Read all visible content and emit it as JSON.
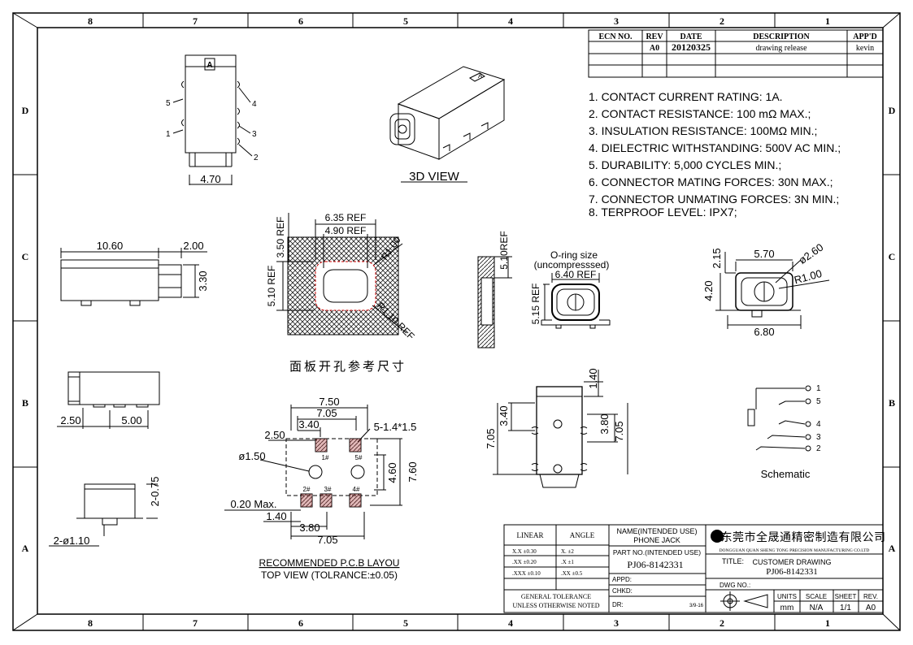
{
  "frame": {
    "columns": [
      "8",
      "7",
      "6",
      "5",
      "4",
      "3",
      "2",
      "1"
    ],
    "rows": [
      "D",
      "C",
      "B",
      "A"
    ]
  },
  "revision_table": {
    "headers": [
      "ECN NO.",
      "REV",
      "DATE",
      "DESCRIPTION",
      "APP'D"
    ],
    "row": {
      "ecn": "",
      "rev": "A0",
      "date": "20120325",
      "description": "drawing release",
      "appd": "kevin"
    }
  },
  "notes": [
    "1. CONTACT CURRENT RATING: 1A.",
    "2. CONTACT RESISTANCE: 100 mΩ MAX.;",
    "3. INSULATION RESISTANCE: 100MΩ MIN.;",
    "4. DIELECTRIC WITHSTANDING: 500V AC MIN.;",
    "5. DURABILITY: 5,000 CYCLES MIN.;",
    "6. CONNECTOR MATING FORCES: 30N   MAX.;",
    "7. CONNECTOR UNMATING FORCES: 3N MIN.;",
    "8. TERPROOF LEVEL: IPX7;"
  ],
  "views": {
    "top": {
      "dim_width": "4.70",
      "pin_labels": [
        "5",
        "1",
        "4",
        "3",
        "2"
      ],
      "marker": "A"
    },
    "iso": {
      "title": "3D VIEW",
      "marker": "A"
    },
    "side": {
      "dim_length": "10.60",
      "dim_protrude": "2.00",
      "dim_height": "3.30"
    },
    "panel": {
      "caption": "面板开孔参考尺寸",
      "dim_a": "6.35 REF",
      "dim_b": "4.90 REF",
      "dim_c": "3.50 REF",
      "dim_d": "5.10 REF",
      "dim_r": "R1.00",
      "dim_r2": "R1.10 REF"
    },
    "section": {
      "dim": "5.10REF"
    },
    "oring": {
      "title_1": "O-ring size",
      "title_2": "(uncompresssed)",
      "dim_w": "6.40 REF",
      "dim_h": "5.15 REF"
    },
    "front": {
      "dim_w": "5.70",
      "dim_phi": "ø2.60",
      "dim_r": "R1.00",
      "dim_top": "2.15",
      "dim_h": "4.20",
      "dim_bw": "6.80"
    },
    "bottom_side": {
      "dim_a": "2.50",
      "dim_b": "5.00"
    },
    "end": {
      "dim_h": "2-0.75",
      "dim_phi": "2-ø1.10"
    },
    "pcb": {
      "dims": [
        "7.50",
        "7.05",
        "3.40",
        "2.50",
        "5-1.4*1.5",
        "ø1.50",
        "4.60",
        "7.60",
        "0.20 Max.",
        "1.40",
        "3.80",
        "7.05"
      ],
      "pads": [
        "1#",
        "5#",
        "2#",
        "3#",
        "4#"
      ],
      "caption_1": "RECOMMENDED P.C.B LAYOU",
      "caption_2": "TOP VIEW (TOLRANCE:±0.05)"
    },
    "bottom": {
      "dims": [
        "1.40",
        "3.40",
        "7.05",
        "3.80",
        "7.05"
      ]
    },
    "schematic": {
      "labels": [
        "1",
        "5",
        "4",
        "3",
        "2"
      ],
      "title": "Schematic"
    }
  },
  "title_block": {
    "linear_hdr": "LINEAR",
    "angle_hdr": "ANGLE",
    "tol_rows": [
      [
        "X.X  ±0.30",
        "X.  ±2"
      ],
      [
        ".XX  ±0.20",
        ".X  ±1"
      ],
      [
        ".XXX ±0.10",
        ".XX ±0.5"
      ]
    ],
    "general_1": "GENERAL TOLERANCE",
    "general_2": "UNLESS OTHERWISE NOTED",
    "name_lbl": "NAME(INTENDED USE)",
    "name_val": "PHONE JACK",
    "part_lbl": "PART NO.(INTENDED USE)",
    "part_val": "PJ06-8142331",
    "appd": "APPD:",
    "chkd": "CHKD:",
    "dr": "DR:",
    "dr_date": "3/9-16",
    "company_cn": "东莞市全晟通精密制造有限公司",
    "company_en": "DONGGUAN QUAN SHENG TONG PRECISION  MANUFACTURING CO.LTD",
    "title_lbl": "TITLE:",
    "title_1": "CUSTOMER DRAWING",
    "title_2": "PJ06-8142331",
    "dwg": "DWG NO.:",
    "units_hdr": "UNITS",
    "scale_hdr": "SCALE",
    "sheet_hdr": "SHEET",
    "rev_hdr": "REV.",
    "units": "mm",
    "scale": "N/A",
    "sheet": "1/1",
    "rev": "A0"
  }
}
